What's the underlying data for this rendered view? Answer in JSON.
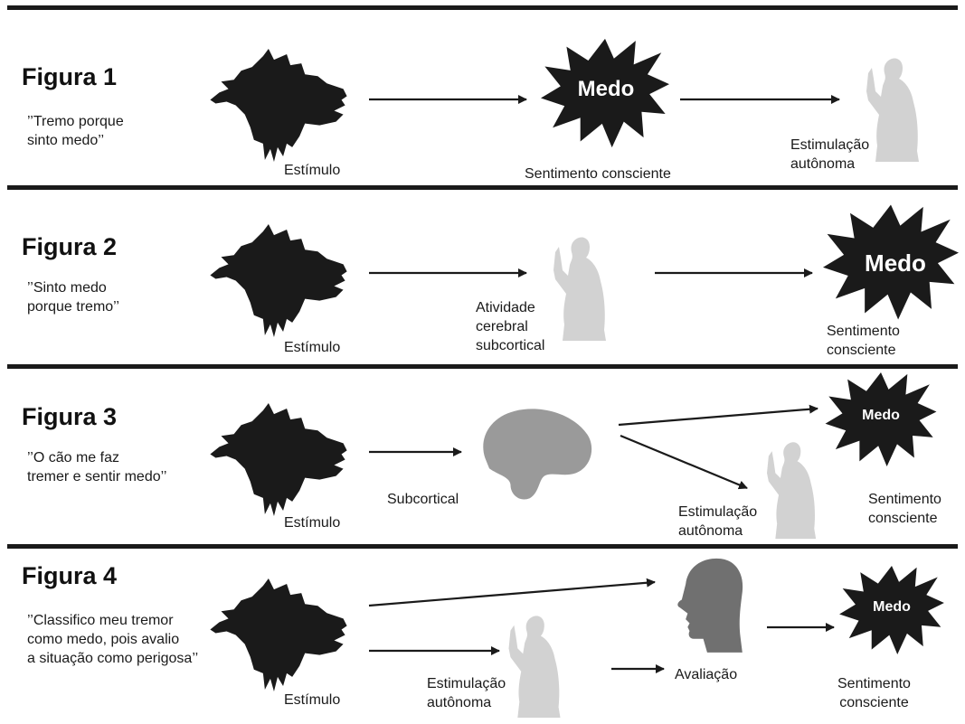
{
  "figures": [
    {
      "title": "Figura 1",
      "quote": "’’Tremo porque\nsinto medo’’",
      "labels": {
        "stimulus": "Estímulo",
        "feeling": "Sentimento consciente",
        "autonomic": "Estimulação\nautônoma"
      },
      "burst_text": "Medo"
    },
    {
      "title": "Figura 2",
      "quote": "’’Sinto medo\nporque tremo’’",
      "labels": {
        "stimulus": "Estímulo",
        "subcortical": "Atividade\ncerebral\nsubcortical",
        "feeling": "Sentimento\nconsciente"
      },
      "burst_text": "Medo"
    },
    {
      "title": "Figura 3",
      "quote": "’’O cão me faz\ntremer e sentir medo’’",
      "labels": {
        "stimulus": "Estímulo",
        "subcortical": "Subcortical",
        "autonomic": "Estimulação\nautônoma",
        "feeling": "Sentimento\nconsciente"
      },
      "burst_text": "Medo"
    },
    {
      "title": "Figura 4",
      "quote": "’’Classifico meu tremor\ncomo medo, pois avalio\na situação como perigosa’’",
      "labels": {
        "stimulus": "Estímulo",
        "autonomic": "Estimulação\nautônoma",
        "appraisal": "Avaliação",
        "feeling": "Sentimento\nconsciente"
      },
      "burst_text": "Medo"
    }
  ],
  "colors": {
    "ink": "#1a1a1a",
    "person": "#d2d2d2",
    "brain": "#9a9a9a",
    "head": "#707070"
  }
}
